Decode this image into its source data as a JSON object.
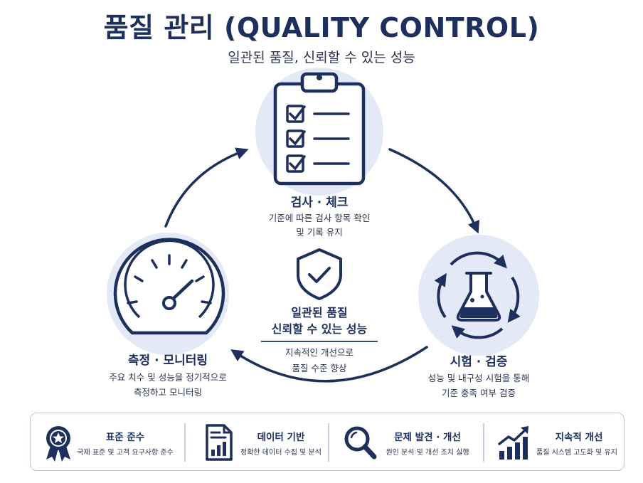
{
  "title": "품질 관리 (QUALITY CONTROL)",
  "subtitle": "일관된 품질, 신뢰할 수 있는 성능",
  "cycle": {
    "top": {
      "title": "검사 · 체크",
      "desc_line1": "기준에 따른 검사 항목 확인",
      "desc_line2": "및 기록 유지",
      "icon": "clipboard-checklist-icon"
    },
    "right": {
      "title": "시험 · 검증",
      "desc_line1": "성능 및 내구성 시험을 통해",
      "desc_line2": "기준 충족 여부 검증",
      "icon": "flask-cycle-icon"
    },
    "left": {
      "title": "측정 · 모니터링",
      "desc_line1": "주요 치수 및 성능을 정기적으로",
      "desc_line2": "측정하고 모니터링",
      "icon": "gauge-icon"
    }
  },
  "center": {
    "title_line1": "일관된 품질",
    "title_line2": "신뢰할 수 있는 성능",
    "desc_line1": "지속적인 개선으로",
    "desc_line2": "품질 수준 향상",
    "icon": "shield-check-icon"
  },
  "features": [
    {
      "title": "표준 준수",
      "desc": "국제 표준 및 고객 요구사항 준수",
      "icon": "award-badge-icon"
    },
    {
      "title": "데이터 기반",
      "desc": "정확한 데이터 수집 및 분석",
      "icon": "document-chart-icon"
    },
    {
      "title": "문제 발견 · 개선",
      "desc": "원인 분석 및 개선 조치 실행",
      "icon": "magnifier-icon"
    },
    {
      "title": "지속적 개선",
      "desc": "품질 시스템 고도화 및 유지",
      "icon": "growth-chart-icon"
    }
  ],
  "colors": {
    "navy": "#1d2f5c",
    "circle_bg": "#e3e9f6",
    "border": "#b8c3dc"
  }
}
